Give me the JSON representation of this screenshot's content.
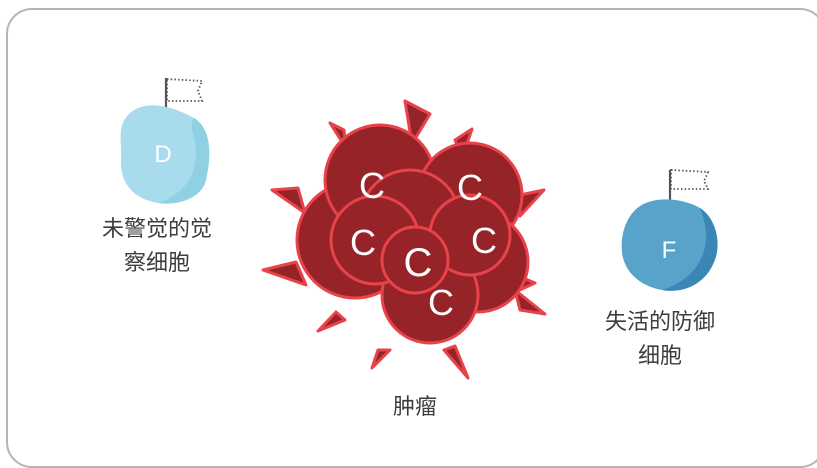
{
  "cell_d": {
    "letter": "D",
    "caption_line1": "未警觉的觉",
    "caption_line2": "察细胞"
  },
  "cell_f": {
    "letter": "F",
    "caption_line1": "失活的防御",
    "caption_line2": "细胞"
  },
  "tumor": {
    "caption": "肿瘤",
    "cell_letter": "C"
  },
  "colors": {
    "frame_border": "#b5b5b5",
    "tumor_fill": "#962328",
    "tumor_outline": "#e8434a",
    "cell_d_light": "#a8dcec",
    "cell_d_dark": "#8fd1e3",
    "cell_f_light": "#57a3c9",
    "cell_f_dark": "#3a86b4",
    "text": "#3d3d3d"
  }
}
